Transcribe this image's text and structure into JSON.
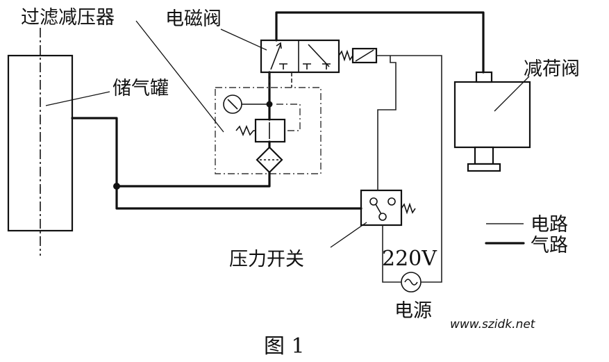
{
  "labels": {
    "filter_regulator": "过滤减压器",
    "solenoid_valve": "电磁阀",
    "air_tank": "储气罐",
    "unloading_valve": "减荷阀",
    "pressure_switch": "压力开关",
    "voltage": "220V",
    "power_source": "电源"
  },
  "legend": {
    "electric_line": "电路",
    "air_line": "气路"
  },
  "caption": "图 1",
  "watermark": "www.szidk.net"
}
